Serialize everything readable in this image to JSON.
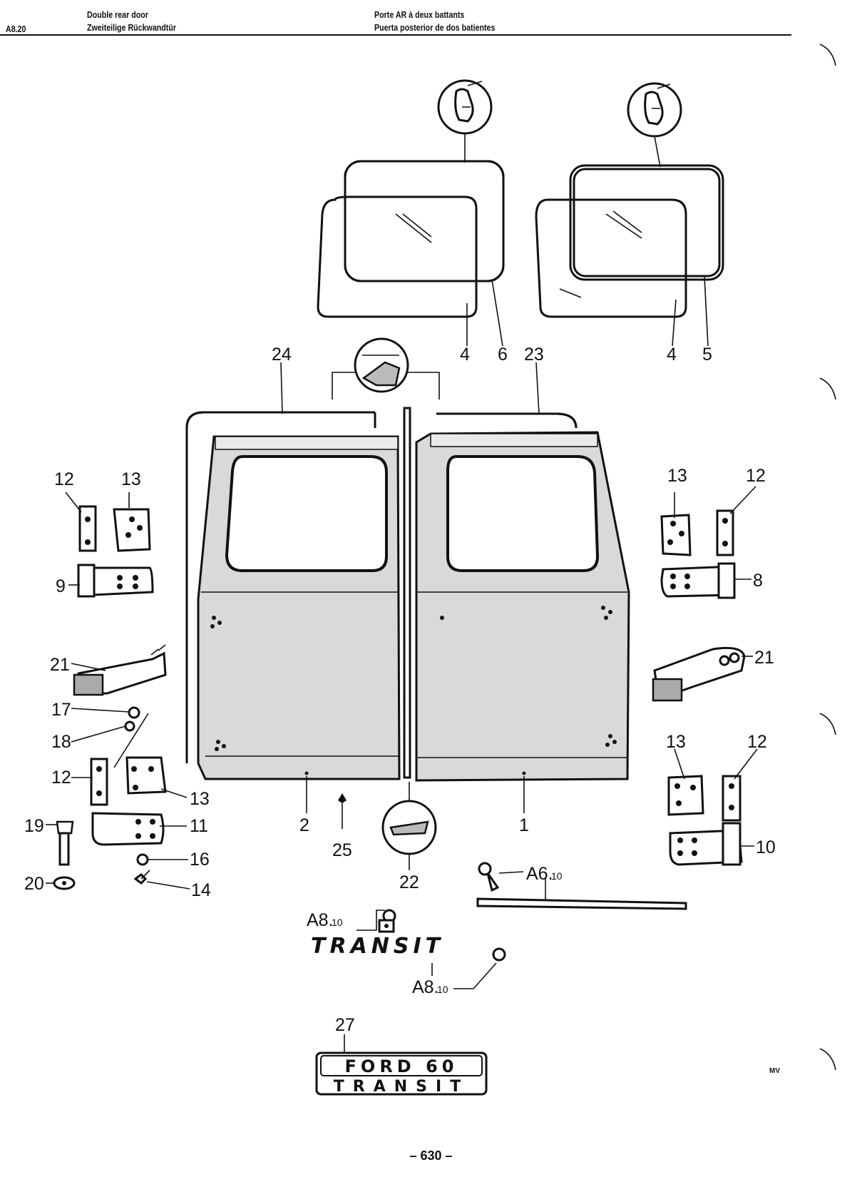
{
  "header": {
    "section": "A8.20",
    "title_en": "Double rear door",
    "title_de": "Zweiteilige Rückwandtür",
    "title_fr": "Porte AR à deux battants",
    "title_es": "Puerta posterior de dos batientes"
  },
  "callouts": {
    "c1": "1",
    "c2": "2",
    "c4a": "4",
    "c4b": "4",
    "c5": "5",
    "c6": "6",
    "c8": "8",
    "c9": "9",
    "c10": "10",
    "c11": "11",
    "c12a": "12",
    "c12b": "12",
    "c12c": "12",
    "c12d": "12",
    "c13a": "13",
    "c13b": "13",
    "c13c": "13",
    "c13d": "13",
    "c14": "14",
    "c16": "16",
    "c17": "17",
    "c18": "18",
    "c19": "19",
    "c20": "20",
    "c21a": "21",
    "c21b": "21",
    "c22": "22",
    "c23": "23",
    "c24": "24",
    "c25": "25",
    "c27": "27",
    "a6_main": "A6.",
    "a6_sub": "10",
    "a8a_main": "A8.",
    "a8a_sub": "10",
    "a8b_main": "A8.",
    "a8b_sub": "10"
  },
  "emblem_transit": "TRANSIT",
  "badge": {
    "line1": "FORD 60",
    "line2": "TRANSIT"
  },
  "footer": {
    "page": "– 630 –"
  },
  "artist_mark": "MV"
}
